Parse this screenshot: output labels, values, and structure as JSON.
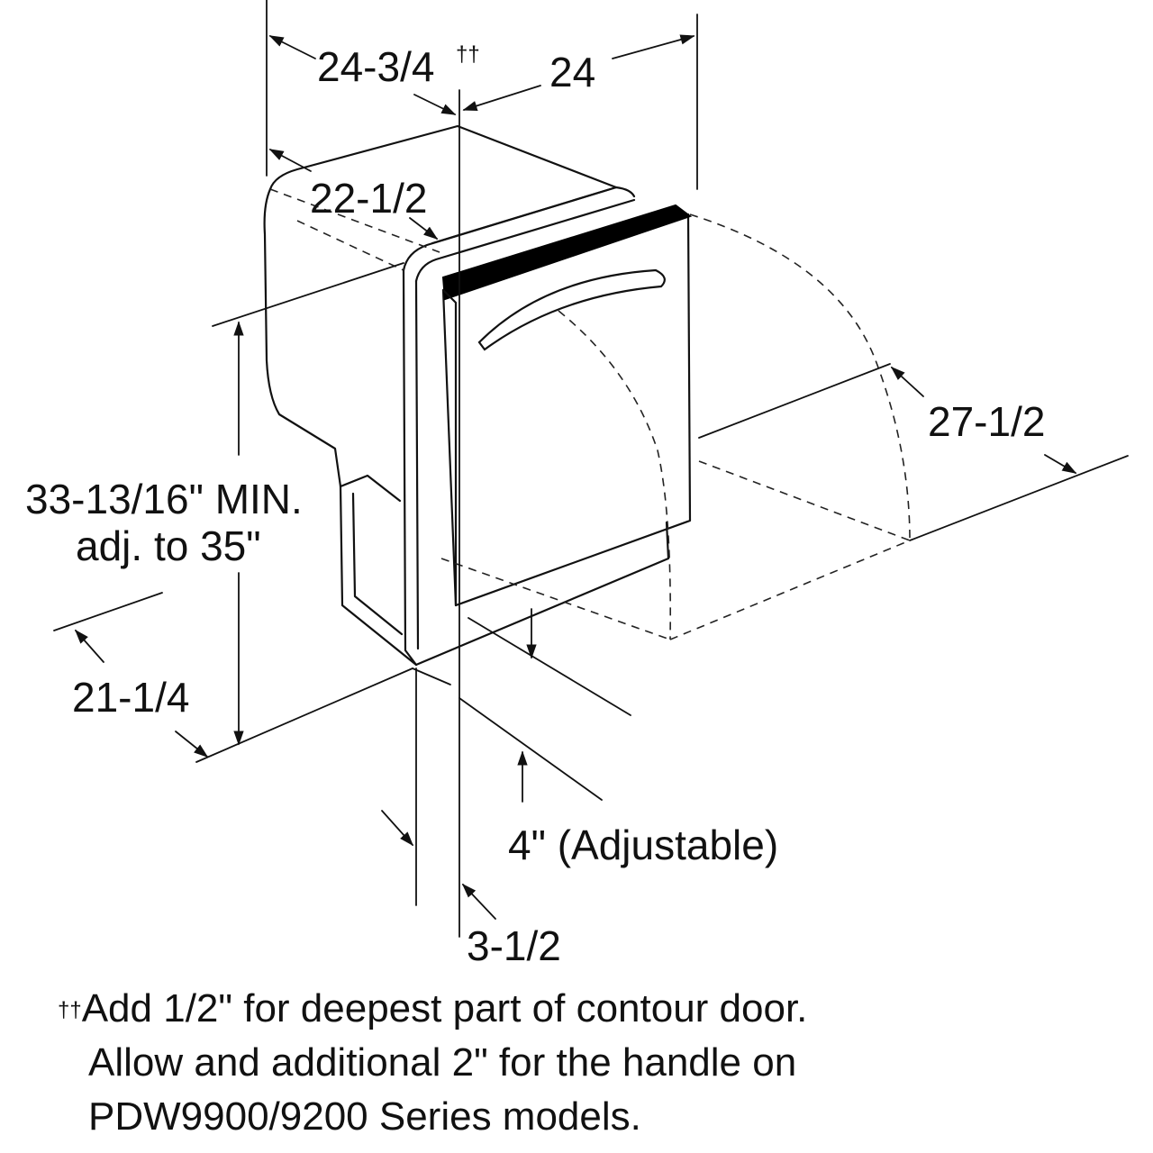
{
  "dimensions": {
    "overall_depth": "24-3/4",
    "overall_depth_mark": "††",
    "width": "24",
    "cabinet_depth": "22-1/2",
    "height_min": "33-13/16\" MIN.",
    "height_adj": "adj. to 35\"",
    "toe_depth": "21-1/4",
    "door_open": "27-1/2",
    "leg_adjust": "4\" (Adjustable)",
    "door_thickness": "3-1/2"
  },
  "footnote": {
    "mark": "††",
    "line1": "Add 1/2\" for deepest part of contour door.",
    "line2": "Allow and additional 2\" for the handle on",
    "line3": "PDW9900/9200 Series models."
  }
}
